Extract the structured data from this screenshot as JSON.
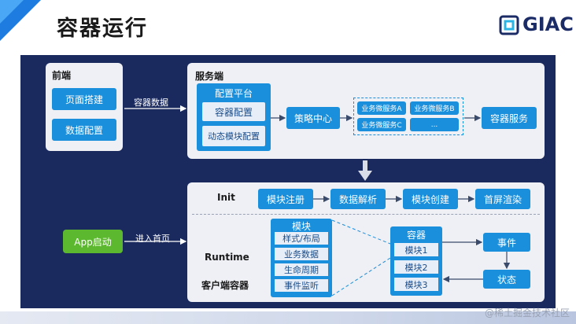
{
  "title": "容器运行",
  "logo": {
    "text": "GIAC"
  },
  "frontend": {
    "label": "前端",
    "buttons": [
      "页面搭建",
      "数据配置"
    ]
  },
  "arrow_container_data": "容器数据",
  "server": {
    "label": "服务端",
    "config_platform": {
      "label": "配置平台",
      "items": [
        "容器配置",
        "动态模块配置"
      ]
    },
    "strategy_center": "策略中心",
    "microservices": [
      "业务微服务A",
      "业务微服务B",
      "业务微服务C",
      "..."
    ],
    "container_service": "容器服务"
  },
  "client": {
    "init_label": "Init",
    "init_steps": [
      "模块注册",
      "数据解析",
      "模块创建",
      "首屏渲染"
    ],
    "runtime_label": "Runtime",
    "client_container_label": "客户端容器",
    "module": {
      "title": "模块",
      "items": [
        "样式/布局",
        "业务数据",
        "生命周期",
        "事件监听"
      ]
    },
    "container": {
      "title": "容器",
      "items": [
        "模块1",
        "模块2",
        "模块3"
      ]
    },
    "event": "事件",
    "state": "状态"
  },
  "app_start": "App启动",
  "arrow_enter_home": "进入首页",
  "watermark": "@稀土掘金技术社区",
  "colors": {
    "panel": "#1b2a5e",
    "box": "#eef0f5",
    "button": "#1a8fdc",
    "app_start": "#5cb82e",
    "accent_corner": "#1e7be0"
  }
}
